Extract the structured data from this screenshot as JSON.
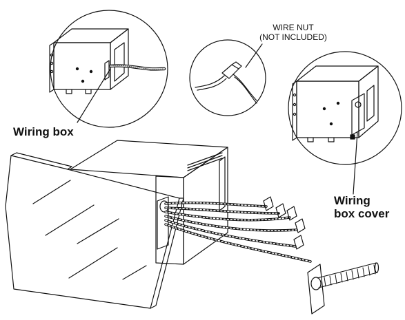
{
  "labels": {
    "wiring_box": "Wiring box",
    "wire_nut_line1": "WIRE NUT",
    "wire_nut_line2": "(NOT INCLUDED)",
    "wiring_box_cover_line1": "Wiring",
    "wiring_box_cover_line2": "box cover"
  },
  "colors": {
    "ink": "#111111",
    "background": "#ffffff"
  }
}
